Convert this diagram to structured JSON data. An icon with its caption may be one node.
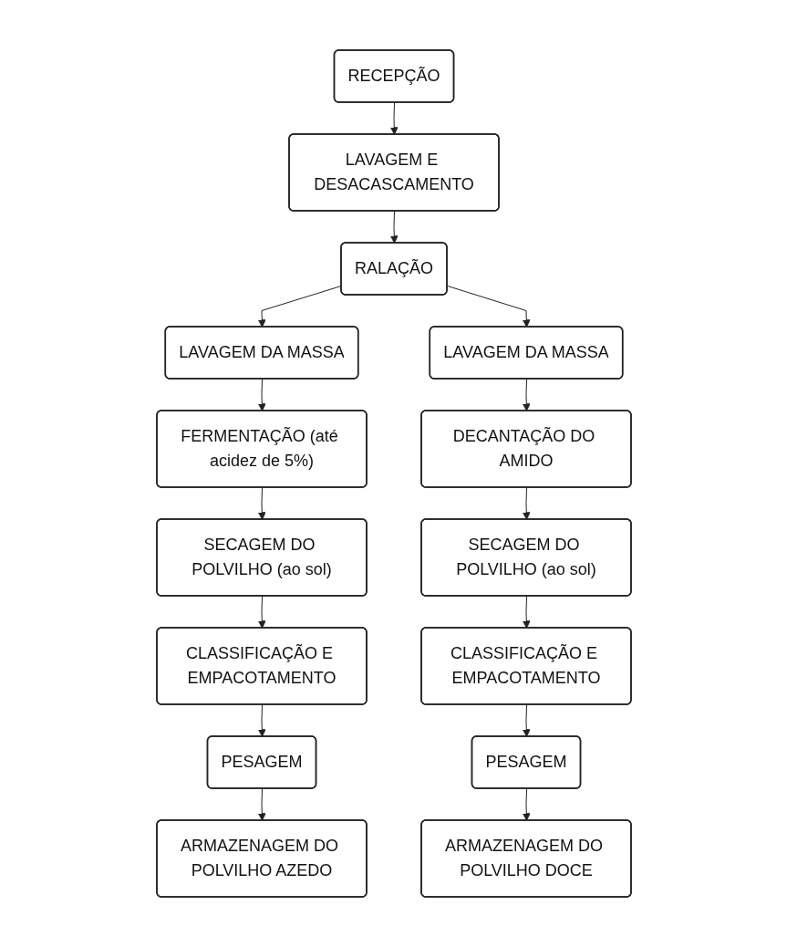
{
  "diagram": {
    "nodes": [
      {
        "text": [
          "RECEPÇÃO"
        ]
      },
      {
        "text": [
          "LAVAGEM E DESACASCAMENTO"
        ]
      },
      {
        "text": [
          "RALAÇÃO"
        ]
      },
      {
        "text": [
          "LAVAGEM DA MASSA"
        ]
      },
      {
        "text": [
          "LAVAGEM DA MASSA"
        ]
      },
      {
        "text": [
          "FERMENTAÇÃO (até acidez de 5%)"
        ]
      },
      {
        "text": [
          "DECANTAÇÃO DO AMIDO"
        ]
      },
      {
        "text": [
          "SECAGEM DO POLVILHO (ao sol)"
        ]
      },
      {
        "text": [
          "SECAGEM DO POLVILHO (ao sol)"
        ]
      },
      {
        "text": [
          "CLASSIFICAÇÃO E EMPACOTAMENTO"
        ]
      },
      {
        "text": [
          "CLASSIFICAÇÃO E EMPACOTAMENTO"
        ]
      },
      {
        "text": [
          "PESAGEM"
        ]
      },
      {
        "text": [
          "PESAGEM"
        ]
      },
      {
        "text": [
          "ARMAZENAGEM DO POLVILHO AZEDO"
        ]
      },
      {
        "text": [
          "ARMAZENAGEM DO POLVILHO DOCE"
        ]
      }
    ],
    "edges": [
      {
        "from": 0,
        "to": 1,
        "arrow": "to"
      },
      {
        "from": 1,
        "to": 2,
        "arrow": "to"
      },
      {
        "from": 2,
        "to": 3,
        "arrow": "to"
      },
      {
        "from": 2,
        "to": 4,
        "arrow": "to"
      },
      {
        "from": 3,
        "to": 5,
        "arrow": "to"
      },
      {
        "from": 5,
        "to": 7,
        "arrow": "to"
      },
      {
        "from": 7,
        "to": 9,
        "arrow": "to"
      },
      {
        "from": 9,
        "to": 11,
        "arrow": "to"
      },
      {
        "from": 11,
        "to": 13,
        "arrow": "to"
      },
      {
        "from": 4,
        "to": 6,
        "arrow": "to"
      },
      {
        "from": 6,
        "to": 8,
        "arrow": "to"
      },
      {
        "from": 8,
        "to": 10,
        "arrow": "to"
      },
      {
        "from": 10,
        "to": 12,
        "arrow": "to"
      },
      {
        "from": 12,
        "to": 14,
        "arrow": "to"
      }
    ]
  }
}
